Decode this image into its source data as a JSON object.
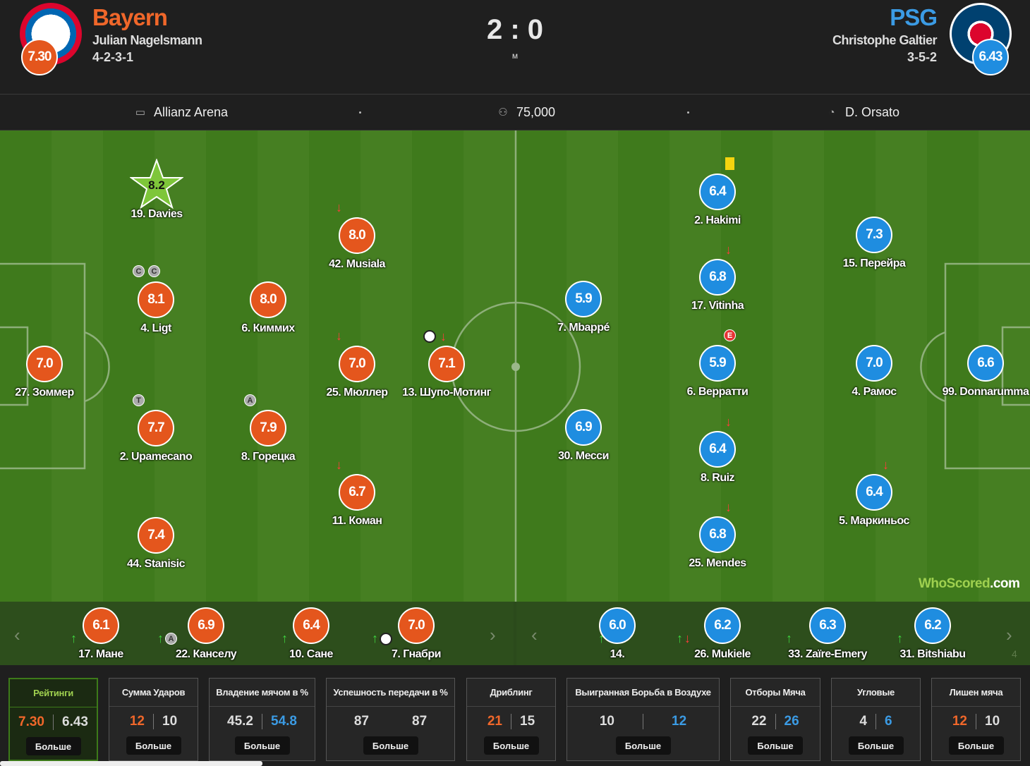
{
  "home": {
    "name": "Bayern",
    "manager": "Julian Nagelsmann",
    "formation": "4-2-3-1",
    "rating": "7.30",
    "logo": "bayern-logo",
    "color": "#e4561d"
  },
  "away": {
    "name": "PSG",
    "manager": "Christophe Galtier",
    "formation": "3-5-2",
    "rating": "6.43",
    "logo": "psg-logo",
    "color": "#1f8de0"
  },
  "score": "2 : 0",
  "status": "м",
  "info": {
    "stadium": "Allianz Arena",
    "attendance": "75,000",
    "referee": "D. Orsato"
  },
  "home_players": [
    {
      "rating": "8.2",
      "label": "19. Davies",
      "star": true
    },
    {
      "rating": "8.0",
      "label": "42. Musiala"
    },
    {
      "rating": "8.1",
      "label": "4. Ligt"
    },
    {
      "rating": "8.0",
      "label": "6. Киммих"
    },
    {
      "rating": "7.0",
      "label": "27. Зоммер"
    },
    {
      "rating": "7.0",
      "label": "25. Мюллер"
    },
    {
      "rating": "7.1",
      "label": "13. Шупо-Мотинг"
    },
    {
      "rating": "7.7",
      "label": "2. Upamecano"
    },
    {
      "rating": "7.9",
      "label": "8. Горецка"
    },
    {
      "rating": "6.7",
      "label": "11. Коман"
    },
    {
      "rating": "7.4",
      "label": "44. Stanisic"
    }
  ],
  "away_players": [
    {
      "rating": "6.4",
      "label": "2. Hakimi"
    },
    {
      "rating": "7.3",
      "label": "15. Перейра"
    },
    {
      "rating": "6.8",
      "label": "17. Vitinha"
    },
    {
      "rating": "5.9",
      "label": "7. Mbappé"
    },
    {
      "rating": "5.9",
      "label": "6. Верратти"
    },
    {
      "rating": "7.0",
      "label": "4. Рамос"
    },
    {
      "rating": "6.6",
      "label": "99. Donnarumma"
    },
    {
      "rating": "6.9",
      "label": "30. Месси"
    },
    {
      "rating": "6.4",
      "label": "8. Ruiz"
    },
    {
      "rating": "6.4",
      "label": "5. Маркиньос"
    },
    {
      "rating": "6.8",
      "label": "25. Mendes"
    }
  ],
  "home_subs": [
    {
      "rating": "6.1",
      "label": "17. Мане"
    },
    {
      "rating": "6.9",
      "label": "22. Канселу"
    },
    {
      "rating": "6.4",
      "label": "10. Сане"
    },
    {
      "rating": "7.0",
      "label": "7. Гнабри"
    }
  ],
  "away_subs": [
    {
      "rating": "6.0",
      "label": "14."
    },
    {
      "rating": "6.2",
      "label": "26. Mukiele"
    },
    {
      "rating": "6.3",
      "label": "33. Zaïre-Emery"
    },
    {
      "rating": "6.2",
      "label": "31. Bitshiabu"
    }
  ],
  "away_subs_more": "4",
  "badges": {
    "captain": "C",
    "t": "T",
    "a": "A",
    "e": "E"
  },
  "watermark": {
    "part1": "WhoScored",
    "part2": ".com"
  },
  "stats": [
    {
      "title": "Рейтинги",
      "home": "7.30",
      "away": "6.43",
      "active": true
    },
    {
      "title": "Сумма Ударов",
      "home": "12",
      "away": "10"
    },
    {
      "title": "Владение мячом в %",
      "home": "45.2",
      "away": "54.8"
    },
    {
      "title": "Успешность передачи в %",
      "home": "87",
      "away": "87"
    },
    {
      "title": "Дриблинг",
      "home": "21",
      "away": "15"
    },
    {
      "title": "Выигранная Борьба в Воздухе",
      "home": "10",
      "away": "12"
    },
    {
      "title": "Отборы Мяча",
      "home": "22",
      "away": "26"
    },
    {
      "title": "Угловые",
      "home": "4",
      "away": "6"
    },
    {
      "title": "Лишен мяча",
      "home": "12",
      "away": "10"
    }
  ],
  "more_label": "Больше"
}
